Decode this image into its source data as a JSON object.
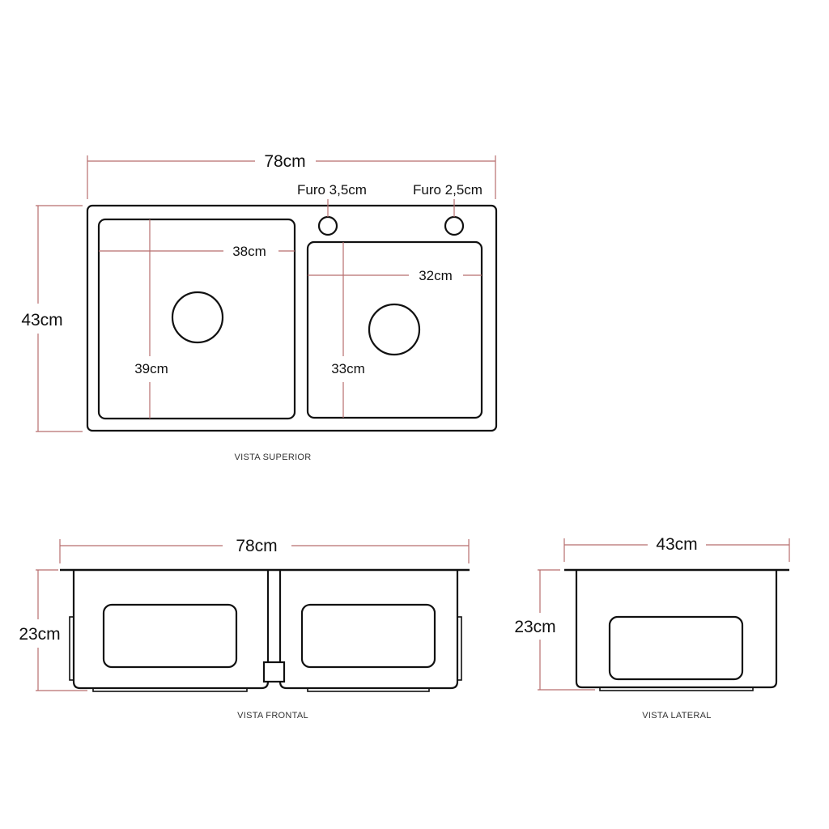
{
  "top_view": {
    "caption": "VISTA SUPERIOR",
    "width_label": "78cm",
    "depth_label": "43cm",
    "hole_large_label": "Furo 3,5cm",
    "hole_small_label": "Furo 2,5cm",
    "left_basin": {
      "width_label": "38cm",
      "depth_label": "39cm"
    },
    "right_basin": {
      "width_label": "32cm",
      "depth_label": "33cm"
    }
  },
  "front_view": {
    "caption": "VISTA FRONTAL",
    "width_label": "78cm",
    "height_label": "23cm"
  },
  "side_view": {
    "caption": "VISTA LATERAL",
    "width_label": "43cm",
    "height_label": "23cm"
  },
  "colors": {
    "dimension_line": "#b86e6e",
    "outline": "#111111"
  }
}
